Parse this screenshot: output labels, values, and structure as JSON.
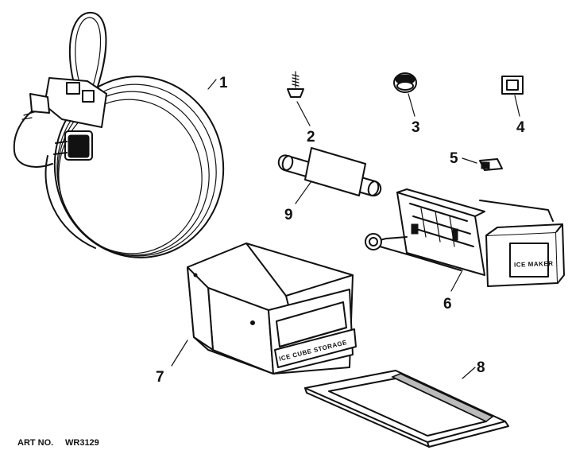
{
  "parts": [
    {
      "callout": "1"
    },
    {
      "callout": "2"
    },
    {
      "callout": "3"
    },
    {
      "callout": "4"
    },
    {
      "callout": "5"
    },
    {
      "callout": "6"
    },
    {
      "callout": "7"
    },
    {
      "callout": "8"
    },
    {
      "callout": "9"
    }
  ],
  "labels": {
    "bin_text": "ICE CUBE STORAGE",
    "icemaker_text": "ICE MAKER"
  },
  "footer": {
    "art_label": "ART NO.",
    "art_number": "WR3129"
  }
}
